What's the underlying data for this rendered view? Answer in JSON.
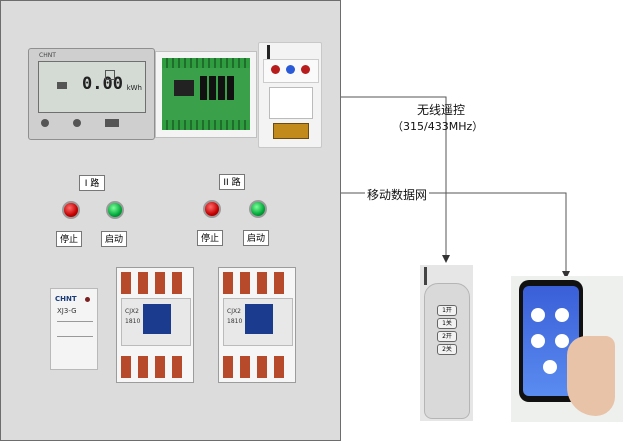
{
  "labels": {
    "circuit_1": "I 路",
    "circuit_2": "II 路",
    "stop_1": "停止",
    "start_1": "启动",
    "stop_2": "停止",
    "start_2": "启动",
    "wireless": "无线遥控",
    "frequency": "（315/433MHz）",
    "mobile_network": "移动数据网"
  },
  "meter": {
    "reading": "0.00",
    "unit": "kWh",
    "brand": "CHNT"
  },
  "relay": {
    "brand": "CHNT",
    "model": "XJ3-G"
  },
  "contactors": {
    "model": "CJX2",
    "rating": "1810"
  },
  "remote": {
    "buttons": [
      "1开",
      "1关",
      "2开",
      "2关"
    ]
  }
}
